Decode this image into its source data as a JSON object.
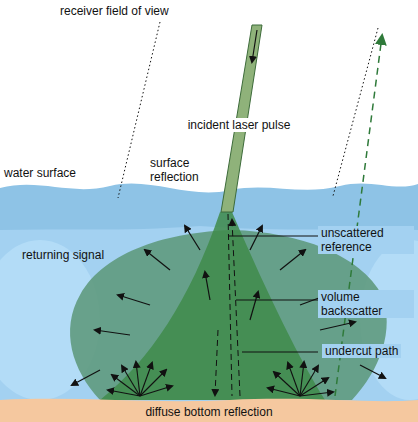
{
  "diagram": {
    "labels": [
      "receiver field of view",
      "incident laser pulse",
      "surface reflection",
      "water surface",
      "returning signal",
      "unscattered reference",
      "volume backscatter",
      "undercut path",
      "diffuse bottom reflection"
    ]
  }
}
